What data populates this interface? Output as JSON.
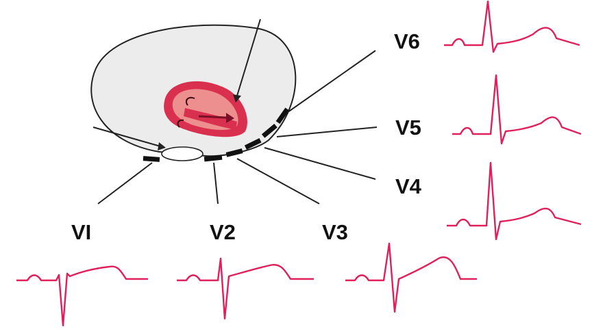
{
  "colors": {
    "ecg": "#e0205a",
    "heart_outer": "#d9304f",
    "heart_inner": "#ee8f8f",
    "chest_fill": "#ececec",
    "outline": "#222222",
    "electrode": "#111111"
  },
  "leads": [
    {
      "id": "v1",
      "label": "VI"
    },
    {
      "id": "v2",
      "label": "V2"
    },
    {
      "id": "v3",
      "label": "V3"
    },
    {
      "id": "v4",
      "label": "V4"
    },
    {
      "id": "v5",
      "label": "V5"
    },
    {
      "id": "v6",
      "label": "V6"
    }
  ]
}
